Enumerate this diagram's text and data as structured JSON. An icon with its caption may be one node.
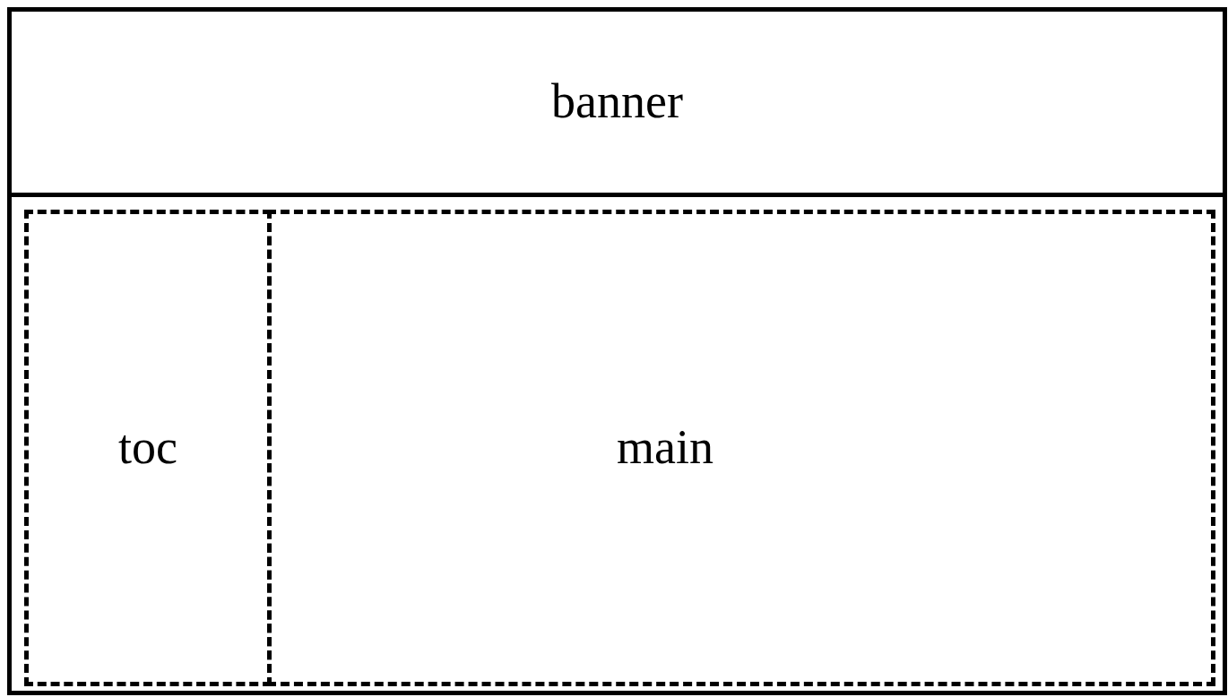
{
  "diagram": {
    "nodes": [
      {
        "text": [
          "banner"
        ]
      },
      {
        "text": [],
        "shape": "box"
      },
      {
        "text": [
          "toc"
        ],
        "in": 1
      },
      {
        "text": [
          "main"
        ],
        "in": 1
      }
    ]
  }
}
